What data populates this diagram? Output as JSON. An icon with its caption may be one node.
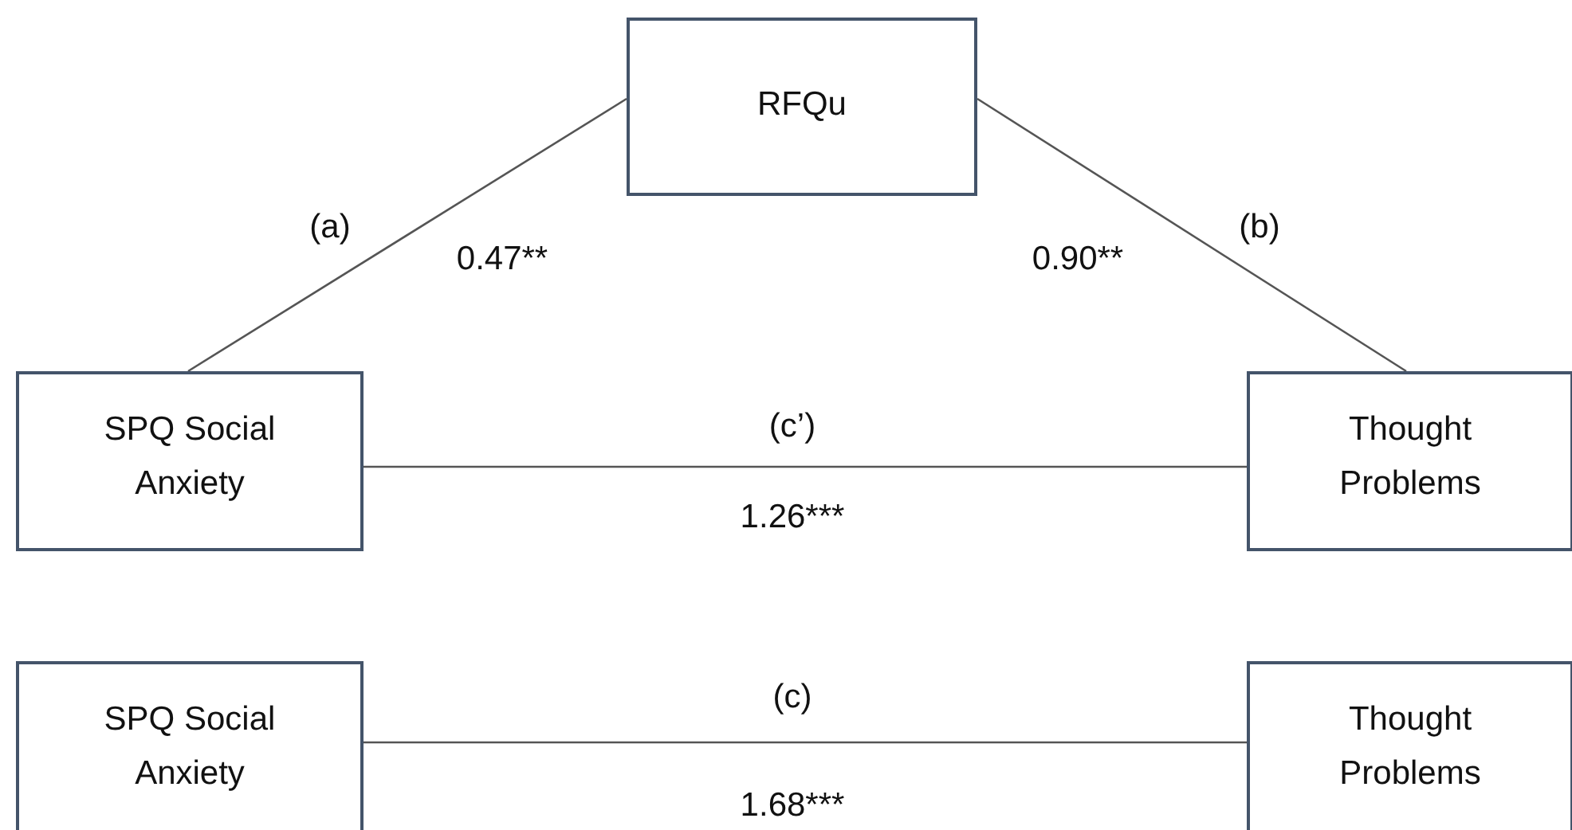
{
  "diagram": {
    "nodes": [
      {
        "text": [
          "RFQu"
        ]
      },
      {
        "text": [
          "SPQ Social Anxiety"
        ]
      },
      {
        "text": [
          "Thought Problems"
        ]
      },
      {
        "text": [
          "SPQ Social Anxiety"
        ]
      },
      {
        "text": [
          "Thought Problems"
        ]
      }
    ],
    "edges": [
      {
        "from": 1,
        "to": 0,
        "arrow": "none",
        "label": "(a)"
      },
      {
        "from": 0,
        "to": 2,
        "arrow": "none",
        "label": "(b)"
      },
      {
        "from": 1,
        "to": 2,
        "arrow": "none",
        "label": "(c’)"
      },
      {
        "from": 3,
        "to": 4,
        "arrow": "none",
        "label": "(c)"
      }
    ],
    "labels": [
      "0.47**",
      "0.90**",
      "1.26***",
      "1.68***"
    ]
  }
}
